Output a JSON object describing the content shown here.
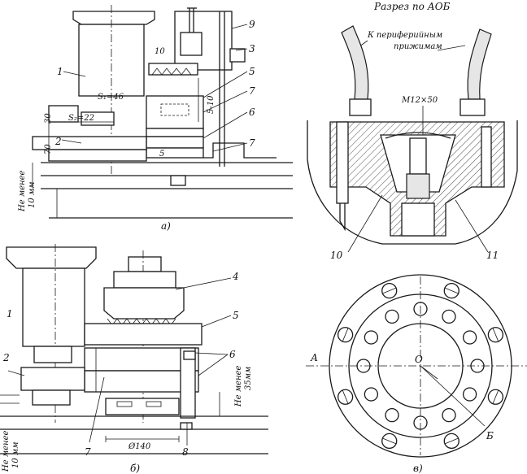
{
  "panel_a": {
    "caption": "а)",
    "labels": [
      "1",
      "10",
      "9",
      "3",
      "5",
      "7",
      "6",
      "7",
      "2",
      "5"
    ],
    "dims": {
      "s1": "S₁=46",
      "s2": "S₂=22",
      "d30": "30",
      "d70": "70",
      "d5_10": "5-10",
      "min": "Не менее",
      "min_val": "10 мм"
    }
  },
  "panel_b": {
    "caption": "б)",
    "labels": [
      "4",
      "5",
      "1",
      "2",
      "6",
      "7",
      "8"
    ],
    "dims": {
      "diam": "Ø140",
      "min35a": "Не менее",
      "min35b": "35мм",
      "min10a": "Не менее",
      "min10b": "10 мм"
    }
  },
  "panel_v": {
    "title": "Разрез по АОБ",
    "arrow_text_1": "К периферийным",
    "arrow_text_2": "прижимам",
    "thread": "М12×50",
    "labels": [
      "10",
      "11"
    ]
  },
  "panel_g": {
    "caption": "в)",
    "a": "А",
    "b": "Б",
    "o": "О"
  }
}
